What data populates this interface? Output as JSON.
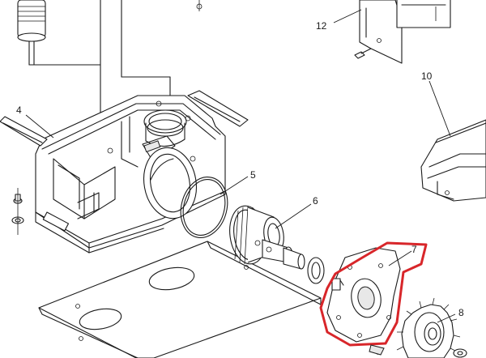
{
  "labels": {
    "p4": "4",
    "p5": "5",
    "p6": "6",
    "p7": "7",
    "p8": "8",
    "p10": "10",
    "p12": "12"
  },
  "colors": {
    "line": "#1a1a1a",
    "highlight": "#d8262a",
    "background": "#ffffff"
  },
  "highlighted_part": "7"
}
